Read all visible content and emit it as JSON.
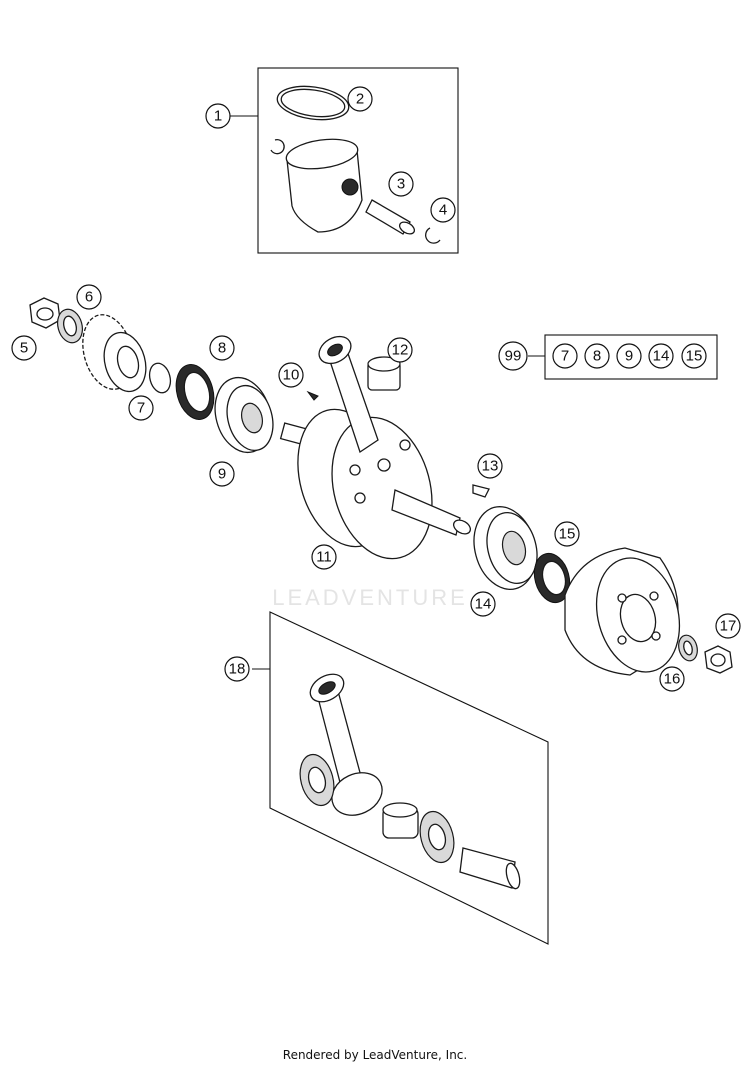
{
  "watermark": "LEADVENTURE",
  "footer": "Rendered by LeadVenture, Inc.",
  "kit": {
    "label": "99",
    "contents": [
      "7",
      "8",
      "9",
      "14",
      "15"
    ]
  },
  "callouts": {
    "c1": "1",
    "c2": "2",
    "c3": "3",
    "c4": "4",
    "c5": "5",
    "c6": "6",
    "c7": "7",
    "c8": "8",
    "c9": "9",
    "c10": "10",
    "c11": "11",
    "c12": "12",
    "c13": "13",
    "c14": "14",
    "c15": "15",
    "c16": "16",
    "c17": "17",
    "c18": "18"
  }
}
